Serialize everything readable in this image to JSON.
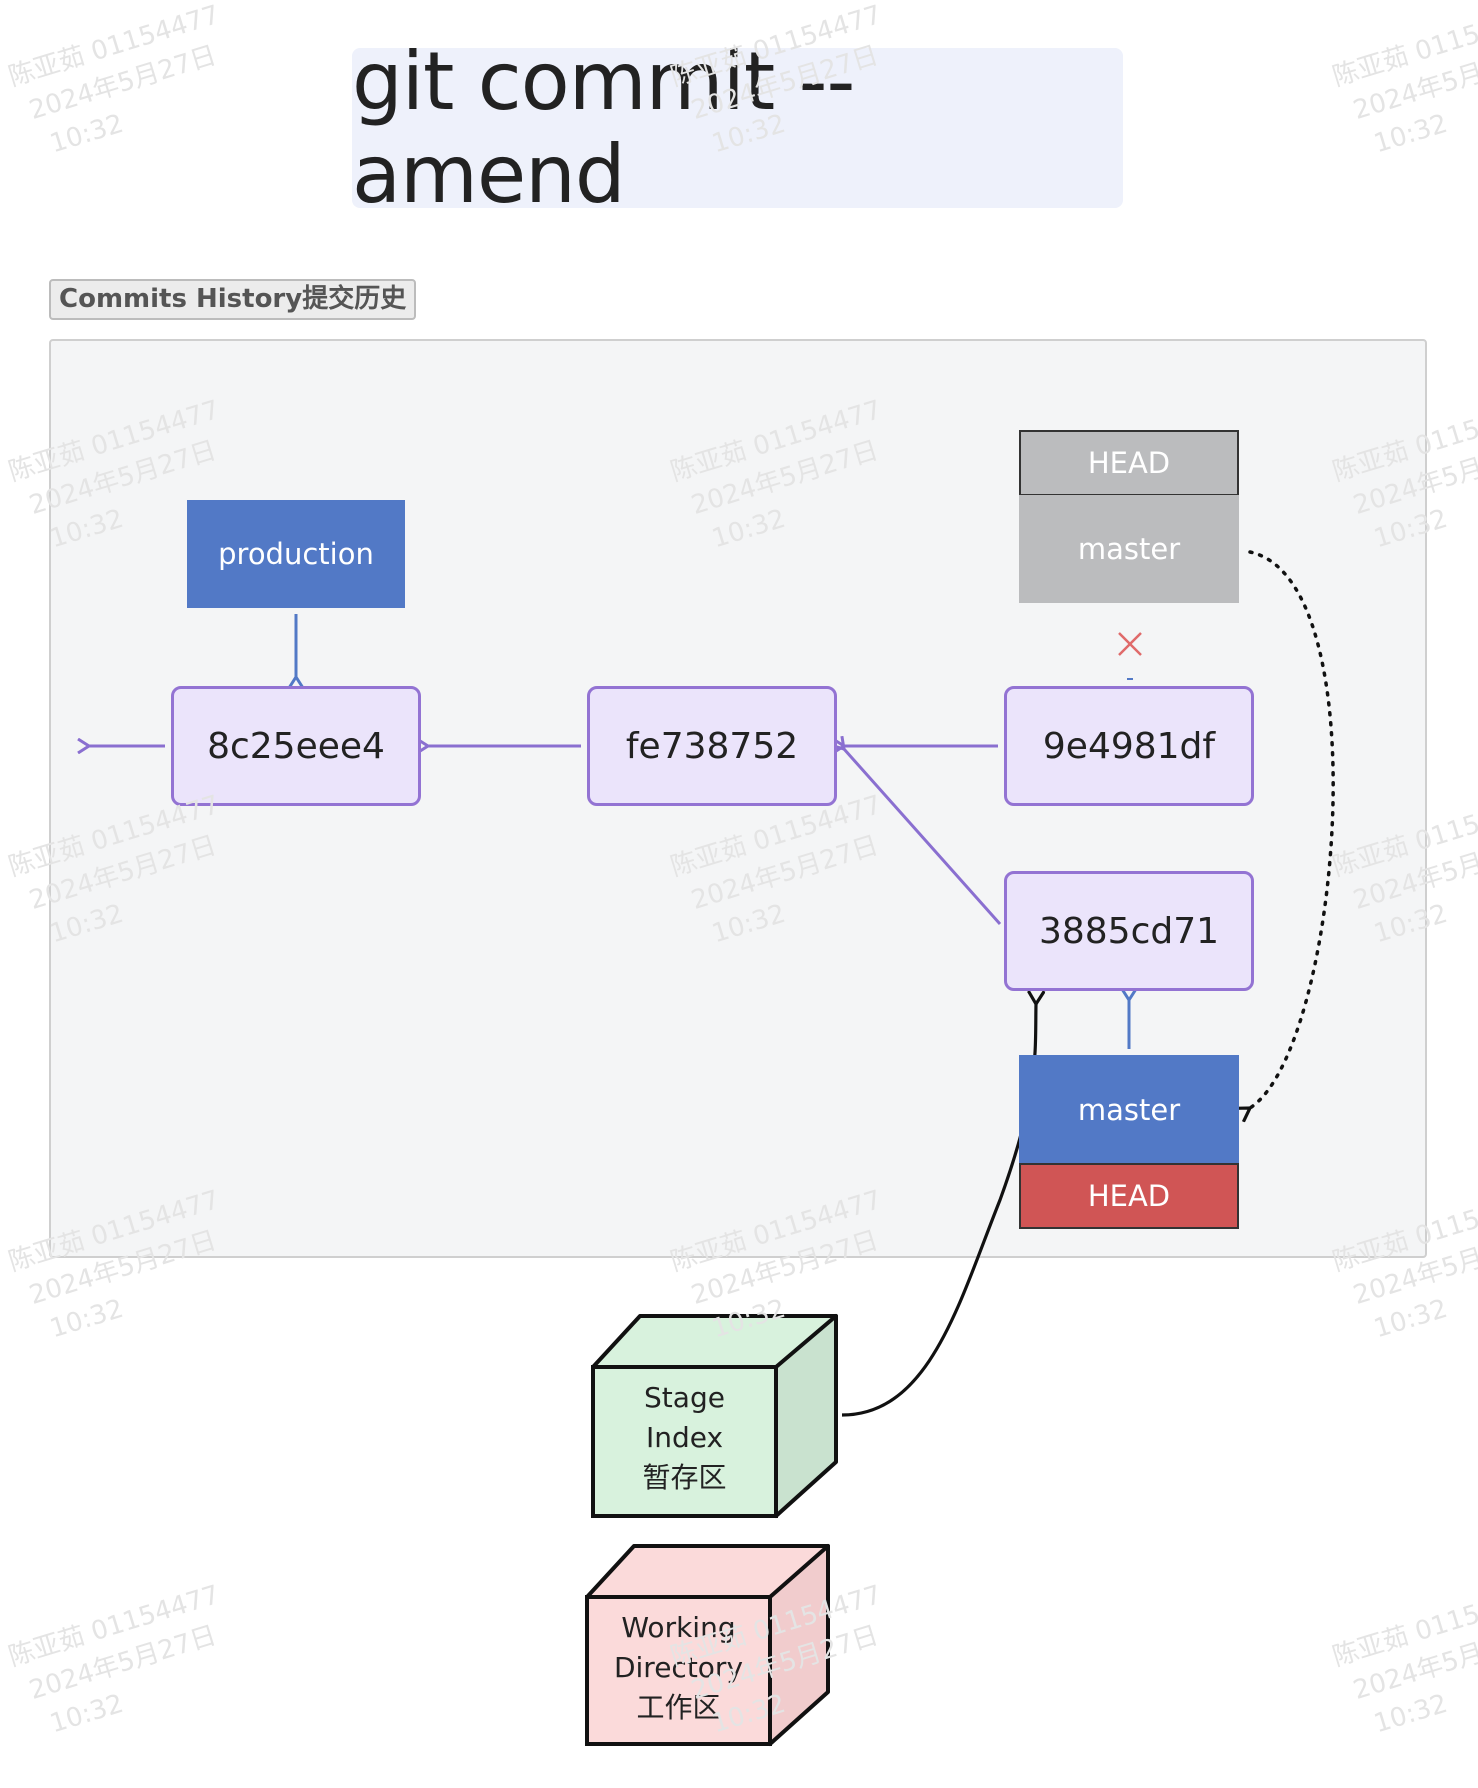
{
  "title": "git commit --amend",
  "section_label": "Commits History提交历史",
  "refs": {
    "production": "production",
    "old_head": "HEAD",
    "old_master": "master",
    "new_master": "master",
    "new_head": "HEAD"
  },
  "commits": {
    "c1": "8c25eee4",
    "c2": "fe738752",
    "c3": "9e4981df",
    "c4": "3885cd71"
  },
  "areas": {
    "stage": [
      "Stage",
      "Index",
      "暂存区"
    ],
    "working": [
      "Working",
      "Directory",
      "工作区"
    ]
  },
  "watermark": [
    "陈亚茹 01154477",
    "2024年5月27日",
    "10:32"
  ],
  "colors": {
    "branch_blue": "#5279c6",
    "old_ref_gray": "#bbbcbe",
    "head_red": "#d05555",
    "commit_fill": "#ebe4fb",
    "commit_border": "#9373d3",
    "stage_green": "#d8f2dd",
    "working_pink": "#fbdada"
  },
  "icons": {
    "removed_link": "x-mark-icon"
  }
}
